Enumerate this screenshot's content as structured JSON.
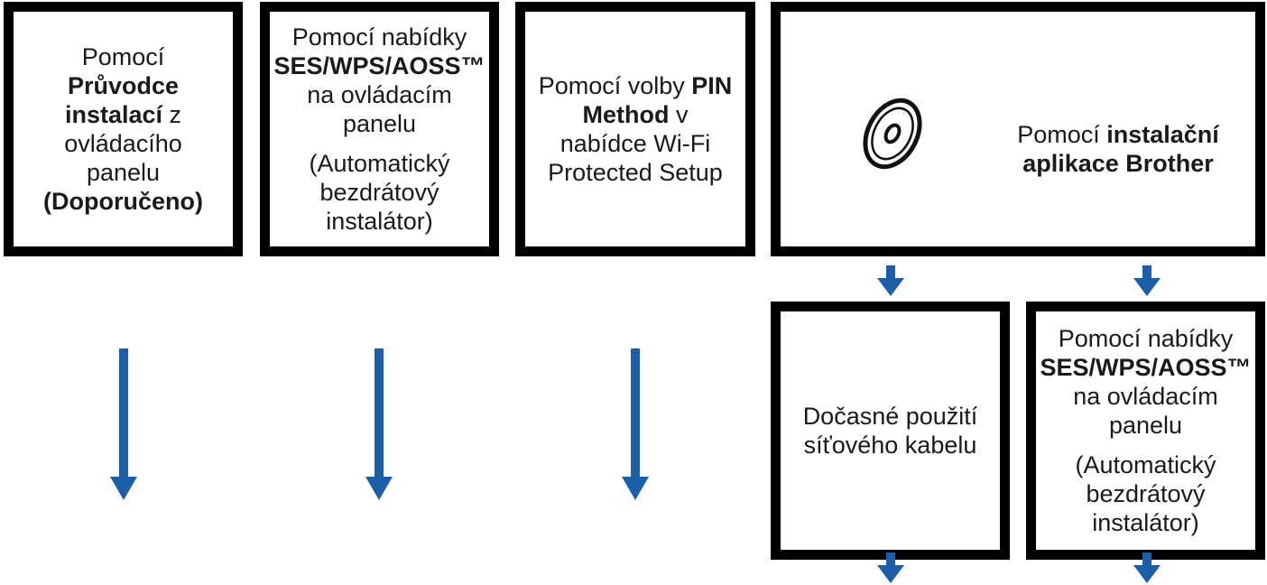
{
  "colors": {
    "border": "#000000",
    "arrow": "#1c5ea8",
    "text": "#1a1a1a"
  },
  "icons": {
    "installer_disc": "cd-disc-icon"
  },
  "boxes": {
    "wizard": {
      "l1": "Pomocí",
      "l2": "Průvodce",
      "l3a": "instalací",
      "l3b": " z",
      "l4": "ovládacího",
      "l5": "panelu",
      "l6": "(Doporučeno)"
    },
    "ses_top": {
      "l1": "Pomocí nabídky",
      "l2": "SES/WPS/AOSS™",
      "l3": "na ovládacím",
      "l4": "panelu",
      "l5": "(Automatický",
      "l6": "bezdrátový",
      "l7": "instalátor)"
    },
    "pin": {
      "l1a": "Pomocí volby ",
      "l1b": "PIN",
      "l2a": "Method",
      "l2b": " v",
      "l3": "nabídce Wi-Fi",
      "l4": "Protected Setup"
    },
    "brother": {
      "l1a": "Pomocí ",
      "l1b": "instalační",
      "l2": "aplikace Brother"
    },
    "cable": {
      "l1": "Dočasné použití",
      "l2": "síťového kabelu"
    },
    "ses_bottom": {
      "l1": "Pomocí nabídky",
      "l2": "SES/WPS/AOSS™",
      "l3": "na ovládacím",
      "l4": "panelu",
      "l5": "(Automatický",
      "l6": "bezdrátový",
      "l7": "instalátor)"
    }
  }
}
